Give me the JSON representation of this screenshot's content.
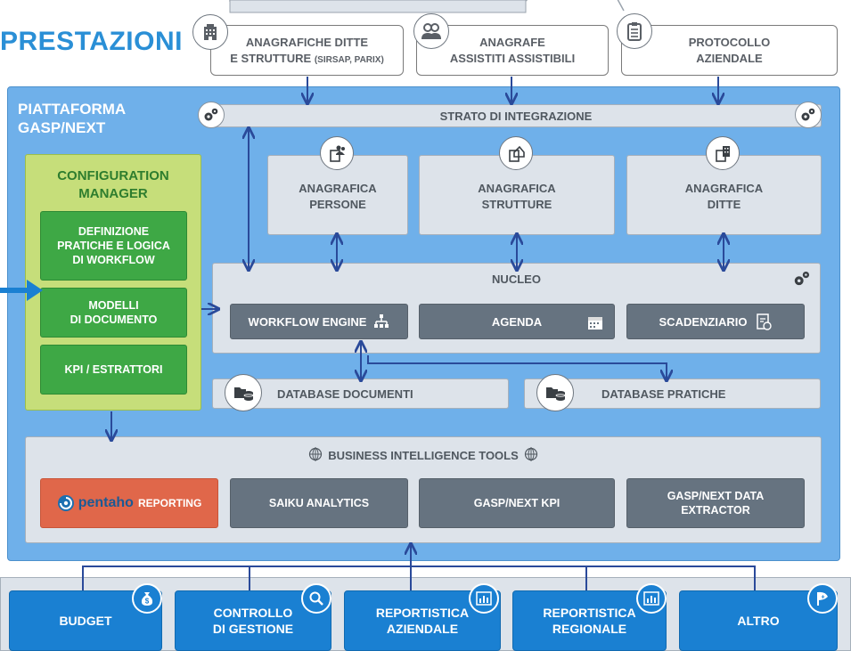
{
  "title": "PRESTAZIONI",
  "sources": [
    {
      "line1": "ANAGRAFICHE DITTE",
      "line2": "E STRUTTURE",
      "line2_small": "(SIRSAP, PARIX)",
      "icon": "building-icon"
    },
    {
      "line1": "ANAGRAFE",
      "line2": "ASSISTITI ASSISTIBILI",
      "icon": "people-icon"
    },
    {
      "line1": "PROTOCOLLO",
      "line2": "AZIENDALE",
      "icon": "clipboard-icon"
    }
  ],
  "platform": {
    "title_line1": "PIATTAFORMA",
    "title_line2": "GASP/NEXT"
  },
  "integration_layer": "STRATO DI INTEGRAZIONE",
  "registries": [
    {
      "line1": "ANAGRAFICA",
      "line2": "PERSONE",
      "icon": "people-doc-icon"
    },
    {
      "line1": "ANAGRAFICA",
      "line2": "STRUTTURE",
      "icon": "house-doc-icon"
    },
    {
      "line1": "ANAGRAFICA",
      "line2": "DITTE",
      "icon": "building-doc-icon"
    }
  ],
  "config_manager": {
    "title_line1": "CONFIGURATION",
    "title_line2": "MANAGER",
    "items": [
      {
        "lines": [
          "DEFINIZIONE",
          "PRATICHE E LOGICA",
          "DI WORKFLOW"
        ]
      },
      {
        "lines": [
          "MODELLI",
          "DI DOCUMENTO"
        ]
      },
      {
        "lines": [
          "KPI / ESTRATTORI"
        ]
      }
    ]
  },
  "nucleo": {
    "label": "NUCLEO",
    "modules": [
      {
        "label": "WORKFLOW ENGINE",
        "icon": "workflow-icon"
      },
      {
        "label": "AGENDA",
        "icon": "calendar-icon"
      },
      {
        "label": "SCADENZIARIO",
        "icon": "schedule-icon"
      }
    ]
  },
  "databases": [
    {
      "label": "DATABASE DOCUMENTI",
      "icon": "database-icon"
    },
    {
      "label": "DATABASE PRATICHE",
      "icon": "database-icon"
    }
  ],
  "bi": {
    "label": "BUSINESS INTELLIGENCE TOOLS",
    "tools": [
      {
        "brand": "pentaho",
        "label": "REPORTING",
        "color": "#e0674a"
      },
      {
        "label": "SAIKU ANALYTICS"
      },
      {
        "label": "GASP/NEXT KPI"
      },
      {
        "line1": "GASP/NEXT DATA",
        "line2": "EXTRACTOR"
      }
    ]
  },
  "outputs": [
    {
      "lines": [
        "BUDGET"
      ],
      "icon": "money-bag-icon"
    },
    {
      "lines": [
        "CONTROLLO",
        "DI GESTIONE"
      ],
      "icon": "magnifier-icon"
    },
    {
      "lines": [
        "REPORTISTICA",
        "AZIENDALE"
      ],
      "icon": "bar-chart-icon"
    },
    {
      "lines": [
        "REPORTISTICA",
        "REGIONALE"
      ],
      "icon": "bar-chart-icon"
    },
    {
      "lines": [
        "ALTRO"
      ],
      "icon": "map-pin-icon"
    }
  ],
  "colors": {
    "accent_blue": "#1a80d2",
    "platform_blue": "#6fb0ea",
    "config_green": "#c6de7a",
    "item_green": "#3ea845",
    "pentaho_orange": "#e0674a",
    "dark_grey": "#667380",
    "arrow": "#2a4a9a"
  }
}
